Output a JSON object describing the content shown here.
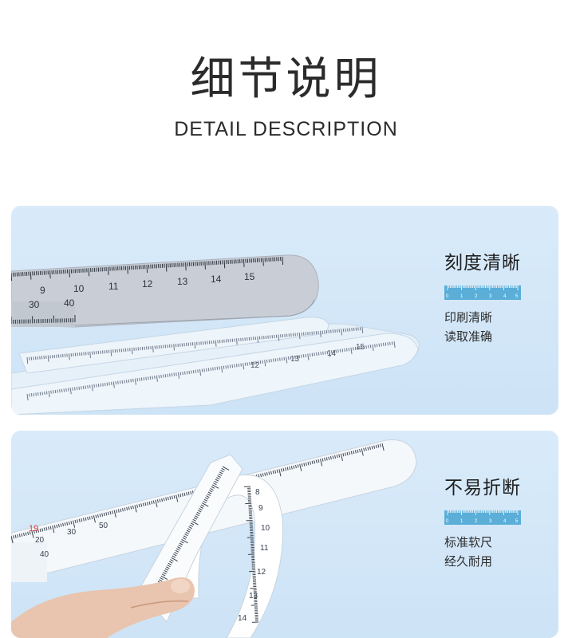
{
  "title": {
    "main": "细节说明",
    "sub": "DETAIL DESCRIPTION"
  },
  "sections": [
    {
      "heading": "刻度清晰",
      "lines": [
        "印刷清晰",
        "读取准确"
      ]
    },
    {
      "heading": "不易折断",
      "lines": [
        "标准软尺",
        "经久耐用"
      ]
    }
  ],
  "ruler_labels": {
    "top_scale": [
      "9",
      "10",
      "11",
      "12",
      "13",
      "14",
      "15"
    ],
    "bottom_scale": [
      "30",
      "40"
    ],
    "mid_scale": [
      "12",
      "13",
      "14",
      "15"
    ],
    "curve_scale": [
      "20",
      "30",
      "40",
      "50"
    ],
    "bent_scale": [
      "8",
      "9",
      "10",
      "11",
      "12",
      "13",
      "14"
    ],
    "mini_scale": [
      "0",
      "1",
      "2",
      "3",
      "4",
      "5"
    ]
  },
  "colors": {
    "panel_bg": "#d9ebfa",
    "ruler_gray": "#c9ced6",
    "ruler_white": "#f5f8fb",
    "ruler_blue": "#e8f2fb",
    "mini_ruler": "#5aaed8",
    "accent_red": "#e23b3b"
  }
}
